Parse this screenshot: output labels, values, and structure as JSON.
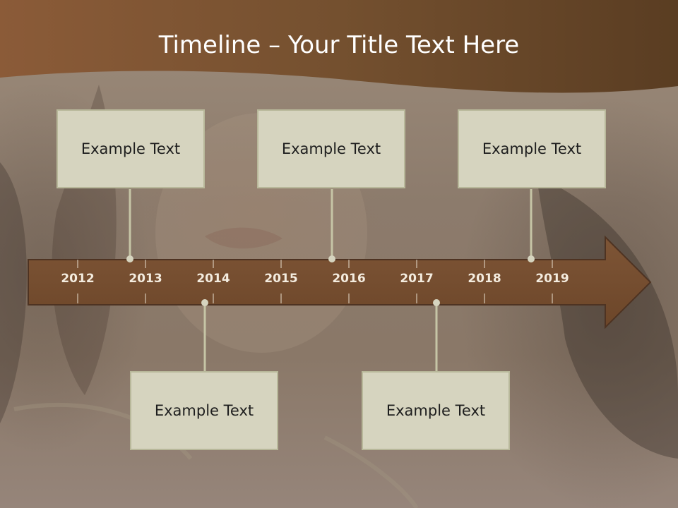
{
  "title": "Timeline – Your Title Text Here",
  "colors": {
    "header": "#74502f",
    "arrow": "#7a5233",
    "box_fill": "#d6d4bf",
    "connector": "#c6c5a6"
  },
  "years": [
    "2012",
    "2013",
    "2014",
    "2015",
    "2016",
    "2017",
    "2018",
    "2019"
  ],
  "events": [
    {
      "text": "Example Text",
      "position": "above"
    },
    {
      "text": "Example Text",
      "position": "above"
    },
    {
      "text": "Example Text",
      "position": "above"
    },
    {
      "text": "Example Text",
      "position": "below"
    },
    {
      "text": "Example Text",
      "position": "below"
    }
  ]
}
